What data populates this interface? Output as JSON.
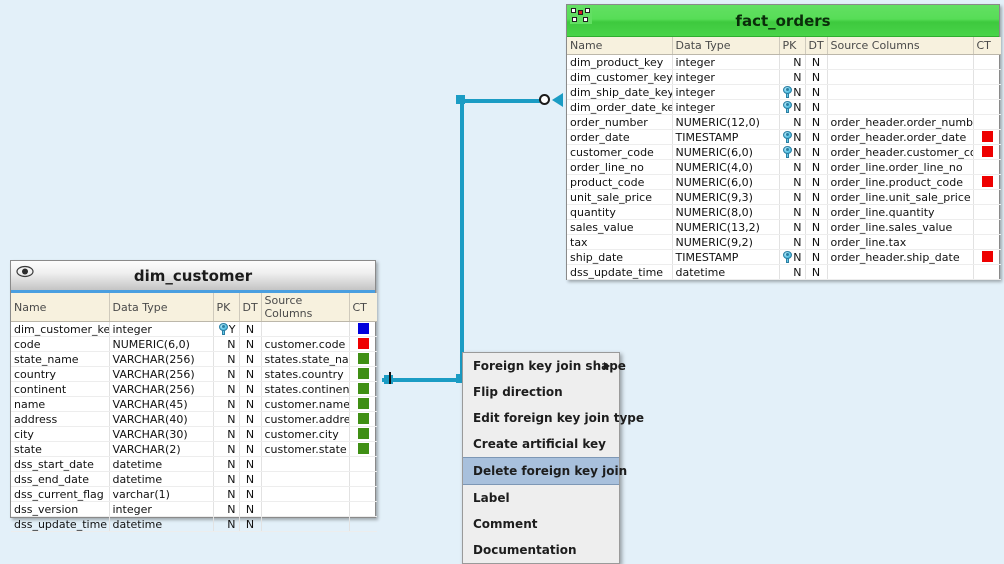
{
  "canvas": {
    "background": "#e3f0f9"
  },
  "entities": [
    {
      "id": "fact_orders",
      "title": "fact_orders",
      "icon": "star-schema-icon",
      "header_color": "#4fd44f",
      "columns": [
        "Name",
        "Data Type",
        "PK",
        "DT",
        "Source Columns",
        "CT"
      ],
      "rows": [
        {
          "name": "dim_product_key",
          "type": "integer",
          "key": false,
          "pk": "N",
          "dt": "N",
          "source": "",
          "ct": ""
        },
        {
          "name": "dim_customer_key",
          "type": "integer",
          "key": false,
          "pk": "N",
          "dt": "N",
          "source": "",
          "ct": ""
        },
        {
          "name": "dim_ship_date_key",
          "type": "integer",
          "key": true,
          "pk": "N",
          "dt": "N",
          "source": "",
          "ct": ""
        },
        {
          "name": "dim_order_date_key",
          "type": "integer",
          "key": true,
          "pk": "N",
          "dt": "N",
          "source": "",
          "ct": ""
        },
        {
          "name": "order_number",
          "type": "NUMERIC(12,0)",
          "key": false,
          "pk": "N",
          "dt": "N",
          "source": "order_header.order_number",
          "ct": ""
        },
        {
          "name": "order_date",
          "type": "TIMESTAMP",
          "key": true,
          "pk": "N",
          "dt": "N",
          "source": "order_header.order_date",
          "ct": "#ee0000"
        },
        {
          "name": "customer_code",
          "type": "NUMERIC(6,0)",
          "key": true,
          "pk": "N",
          "dt": "N",
          "source": "order_header.customer_code",
          "ct": "#ee0000"
        },
        {
          "name": "order_line_no",
          "type": "NUMERIC(4,0)",
          "key": false,
          "pk": "N",
          "dt": "N",
          "source": "order_line.order_line_no",
          "ct": ""
        },
        {
          "name": "product_code",
          "type": "NUMERIC(6,0)",
          "key": false,
          "pk": "N",
          "dt": "N",
          "source": "order_line.product_code",
          "ct": "#ee0000"
        },
        {
          "name": "unit_sale_price",
          "type": "NUMERIC(9,3)",
          "key": false,
          "pk": "N",
          "dt": "N",
          "source": "order_line.unit_sale_price",
          "ct": ""
        },
        {
          "name": "quantity",
          "type": "NUMERIC(8,0)",
          "key": false,
          "pk": "N",
          "dt": "N",
          "source": "order_line.quantity",
          "ct": ""
        },
        {
          "name": "sales_value",
          "type": "NUMERIC(13,2)",
          "key": false,
          "pk": "N",
          "dt": "N",
          "source": "order_line.sales_value",
          "ct": ""
        },
        {
          "name": "tax",
          "type": "NUMERIC(9,2)",
          "key": false,
          "pk": "N",
          "dt": "N",
          "source": "order_line.tax",
          "ct": ""
        },
        {
          "name": "ship_date",
          "type": "TIMESTAMP",
          "key": true,
          "pk": "N",
          "dt": "N",
          "source": "order_header.ship_date",
          "ct": "#ee0000"
        },
        {
          "name": "dss_update_time",
          "type": "datetime",
          "key": false,
          "pk": "N",
          "dt": "N",
          "source": "",
          "ct": ""
        }
      ]
    },
    {
      "id": "dim_customer",
      "title": "dim_customer",
      "icon": "eye-icon",
      "header_color": "#d6d6d6",
      "columns": [
        "Name",
        "Data Type",
        "PK",
        "DT",
        "Source Columns",
        "CT"
      ],
      "rows": [
        {
          "name": "dim_customer_key",
          "type": "integer",
          "key": true,
          "pk": "Y",
          "dt": "N",
          "source": "",
          "ct": "#0000dd"
        },
        {
          "name": "code",
          "type": "NUMERIC(6,0)",
          "key": false,
          "pk": "N",
          "dt": "N",
          "source": "customer.code",
          "ct": "#ee0000"
        },
        {
          "name": "state_name",
          "type": "VARCHAR(256)",
          "key": false,
          "pk": "N",
          "dt": "N",
          "source": "states.state_name",
          "ct": "#3f8f14"
        },
        {
          "name": "country",
          "type": "VARCHAR(256)",
          "key": false,
          "pk": "N",
          "dt": "N",
          "source": "states.country",
          "ct": "#3f8f14"
        },
        {
          "name": "continent",
          "type": "VARCHAR(256)",
          "key": false,
          "pk": "N",
          "dt": "N",
          "source": "states.continent",
          "ct": "#3f8f14"
        },
        {
          "name": "name",
          "type": "VARCHAR(45)",
          "key": false,
          "pk": "N",
          "dt": "N",
          "source": "customer.name",
          "ct": "#3f8f14"
        },
        {
          "name": "address",
          "type": "VARCHAR(40)",
          "key": false,
          "pk": "N",
          "dt": "N",
          "source": "customer.address",
          "ct": "#3f8f14"
        },
        {
          "name": "city",
          "type": "VARCHAR(30)",
          "key": false,
          "pk": "N",
          "dt": "N",
          "source": "customer.city",
          "ct": "#3f8f14"
        },
        {
          "name": "state",
          "type": "VARCHAR(2)",
          "key": false,
          "pk": "N",
          "dt": "N",
          "source": "customer.state",
          "ct": "#3f8f14"
        },
        {
          "name": "dss_start_date",
          "type": "datetime",
          "key": false,
          "pk": "N",
          "dt": "N",
          "source": "",
          "ct": ""
        },
        {
          "name": "dss_end_date",
          "type": "datetime",
          "key": false,
          "pk": "N",
          "dt": "N",
          "source": "",
          "ct": ""
        },
        {
          "name": "dss_current_flag",
          "type": "varchar(1)",
          "key": false,
          "pk": "N",
          "dt": "N",
          "source": "",
          "ct": ""
        },
        {
          "name": "dss_version",
          "type": "integer",
          "key": false,
          "pk": "N",
          "dt": "N",
          "source": "",
          "ct": ""
        },
        {
          "name": "dss_update_time",
          "type": "datetime",
          "key": false,
          "pk": "N",
          "dt": "N",
          "source": "",
          "ct": ""
        }
      ]
    }
  ],
  "connector": {
    "color": "#1b9cc4"
  },
  "context_menu": {
    "items": [
      {
        "label": "Foreign key join shape",
        "submenu": true,
        "selected": false
      },
      {
        "label": "Flip direction",
        "submenu": false,
        "selected": false
      },
      {
        "label": "Edit foreign key join type",
        "submenu": false,
        "selected": false
      },
      {
        "label": "Create artificial key",
        "submenu": false,
        "selected": false
      },
      {
        "label": "Delete foreign key join",
        "submenu": false,
        "selected": true
      },
      {
        "label": "Label",
        "submenu": false,
        "selected": false
      },
      {
        "label": "Comment",
        "submenu": false,
        "selected": false
      },
      {
        "label": "Documentation",
        "submenu": false,
        "selected": false
      }
    ]
  }
}
